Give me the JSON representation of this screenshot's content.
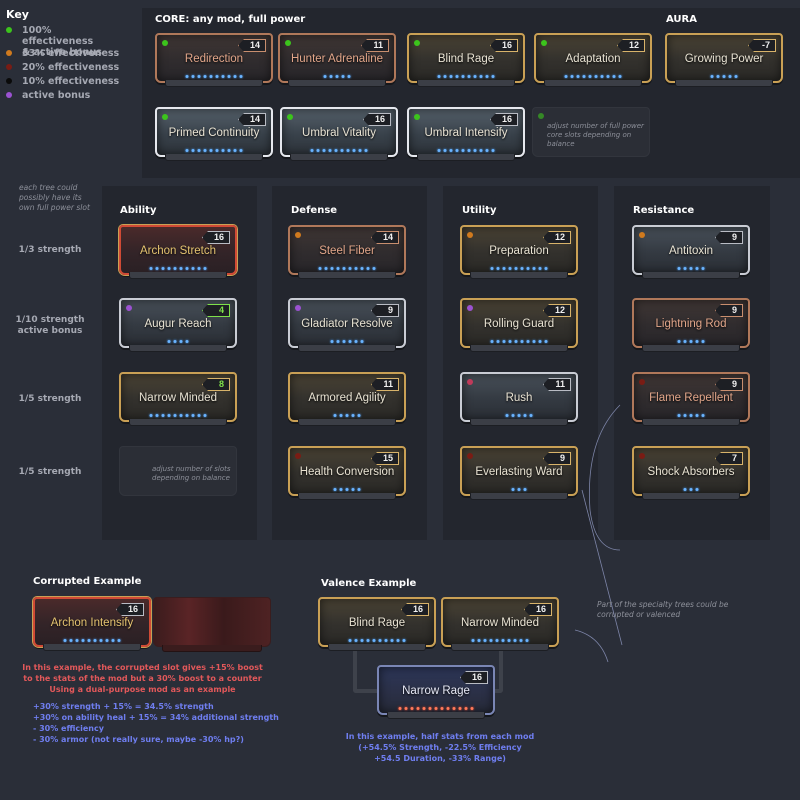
{
  "key": {
    "title": "Key",
    "items": [
      {
        "label": "100% effectiveness & active bonus",
        "color": "#3cc41c"
      },
      {
        "label": "33% effectiveness",
        "color": "#d07a1e"
      },
      {
        "label": "20% effectiveness",
        "color": "#7a1c14"
      },
      {
        "label": "10% effectiveness",
        "color": "#0a0a0a"
      },
      {
        "label": "active bonus",
        "color": "#9b52d1"
      }
    ]
  },
  "core": {
    "title": "CORE:  any mod, full power",
    "aura_title": "AURA",
    "mods": [
      {
        "name": "Redirection",
        "rank": "14",
        "style": "bronze",
        "dot": "#3cc41c",
        "pips": 10
      },
      {
        "name": "Hunter Adrenaline",
        "rank": "11",
        "style": "bronze",
        "dot": "#3cc41c",
        "pips": 5
      },
      {
        "name": "Blind Rage",
        "rank": "16",
        "style": "gold",
        "dot": "#3cc41c",
        "pips": 10
      },
      {
        "name": "Adaptation",
        "rank": "12",
        "style": "gold",
        "dot": "#3cc41c",
        "pips": 10
      },
      {
        "name": "Growing Power",
        "rank": "-7",
        "style": "gold",
        "dot": "",
        "pips": 5
      },
      {
        "name": "Primed Continuity",
        "rank": "14",
        "style": "primed",
        "dot": "#3cc41c",
        "pips": 10
      },
      {
        "name": "Umbral Vitality",
        "rank": "16",
        "style": "primed",
        "dot": "#3cc41c",
        "pips": 10
      },
      {
        "name": "Umbral Intensify",
        "rank": "16",
        "style": "primed",
        "dot": "#3cc41c",
        "pips": 10
      }
    ],
    "placeholder_note": "adjust number of full power core slots depending on balance",
    "placeholder_dot": "#3cc41c"
  },
  "side_note": "each tree could possibly have its own full power slot",
  "row_labels": [
    "1/3 strength",
    "1/10 strength\nactive bonus",
    "1/5 strength",
    "1/5 strength"
  ],
  "trees": {
    "ability": {
      "title": "Ability",
      "mods": [
        {
          "name": "Archon Stretch",
          "rank": "16",
          "style": "archon",
          "dot": "",
          "pips": 10
        },
        {
          "name": "Augur Reach",
          "rank": "4",
          "style": "silver",
          "dot": "#9b52d1",
          "pips": 4,
          "rank_green": true
        },
        {
          "name": "Narrow Minded",
          "rank": "8",
          "style": "gold",
          "dot": "",
          "pips": 10,
          "rank_green": true
        }
      ],
      "placeholder_note": "adjust number of slots depending on balance"
    },
    "defense": {
      "title": "Defense",
      "mods": [
        {
          "name": "Steel Fiber",
          "rank": "14",
          "style": "bronze",
          "dot": "#d07a1e",
          "pips": 10
        },
        {
          "name": "Gladiator Resolve",
          "rank": "9",
          "style": "silver",
          "dot": "#9b52d1",
          "pips": 6
        },
        {
          "name": "Armored Agility",
          "rank": "11",
          "style": "gold",
          "dot": "",
          "pips": 5
        },
        {
          "name": "Health Conversion",
          "rank": "15",
          "style": "gold",
          "dot": "#7a1c14",
          "pips": 5
        }
      ]
    },
    "utility": {
      "title": "Utility",
      "mods": [
        {
          "name": "Preparation",
          "rank": "12",
          "style": "gold",
          "dot": "#d07a1e",
          "pips": 10
        },
        {
          "name": "Rolling Guard",
          "rank": "12",
          "style": "gold",
          "dot": "#9b52d1",
          "pips": 10
        },
        {
          "name": "Rush",
          "rank": "11",
          "style": "silver",
          "dot": "#c03a5a",
          "pips": 5
        },
        {
          "name": "Everlasting Ward",
          "rank": "9",
          "style": "gold",
          "dot": "#7a1c14",
          "pips": 3
        }
      ]
    },
    "resistance": {
      "title": "Resistance",
      "mods": [
        {
          "name": "Antitoxin",
          "rank": "9",
          "style": "silver",
          "dot": "#d07a1e",
          "pips": 5
        },
        {
          "name": "Lightning Rod",
          "rank": "9",
          "style": "bronze",
          "dot": "",
          "pips": 5
        },
        {
          "name": "Flame Repellent",
          "rank": "9",
          "style": "bronze",
          "dot": "#7a1c14",
          "pips": 5
        },
        {
          "name": "Shock Absorbers",
          "rank": "7",
          "style": "gold",
          "dot": "#7a1c14",
          "pips": 3
        }
      ]
    }
  },
  "corrupted": {
    "title": "Corrupted Example",
    "mod": {
      "name": "Archon Intensify",
      "rank": "16",
      "style": "archon",
      "pips": 10
    },
    "red_note": [
      "In this example, the corrupted slot gives +15% boost",
      "to the stats of the mod but a 30% boost to a counter",
      "Using a dual-purpose mod as an example"
    ],
    "blue_note": [
      "+30% strength  + 15% = 34.5% strength",
      "+30% on ability heal + 15% = 34% additional strength",
      "- 30% efficiency",
      "- 30% armor (not really sure, maybe -30% hp?)"
    ]
  },
  "valence": {
    "title": "Valence Example",
    "mods": [
      {
        "name": "Blind Rage",
        "rank": "16",
        "style": "gold",
        "pips": 10
      },
      {
        "name": "Narrow Minded",
        "rank": "16",
        "style": "gold",
        "pips": 10
      }
    ],
    "result": {
      "name": "Narrow Rage",
      "rank": "16",
      "style": "valence",
      "pips": 13
    },
    "note": [
      "In this example, half stats from each mod",
      "(+54.5% Strength, -22.5% Efficiency",
      "+54.5 Duration, -33% Range)"
    ]
  },
  "specialty_note": "Part of the specialty trees could be corrupted or valenced"
}
